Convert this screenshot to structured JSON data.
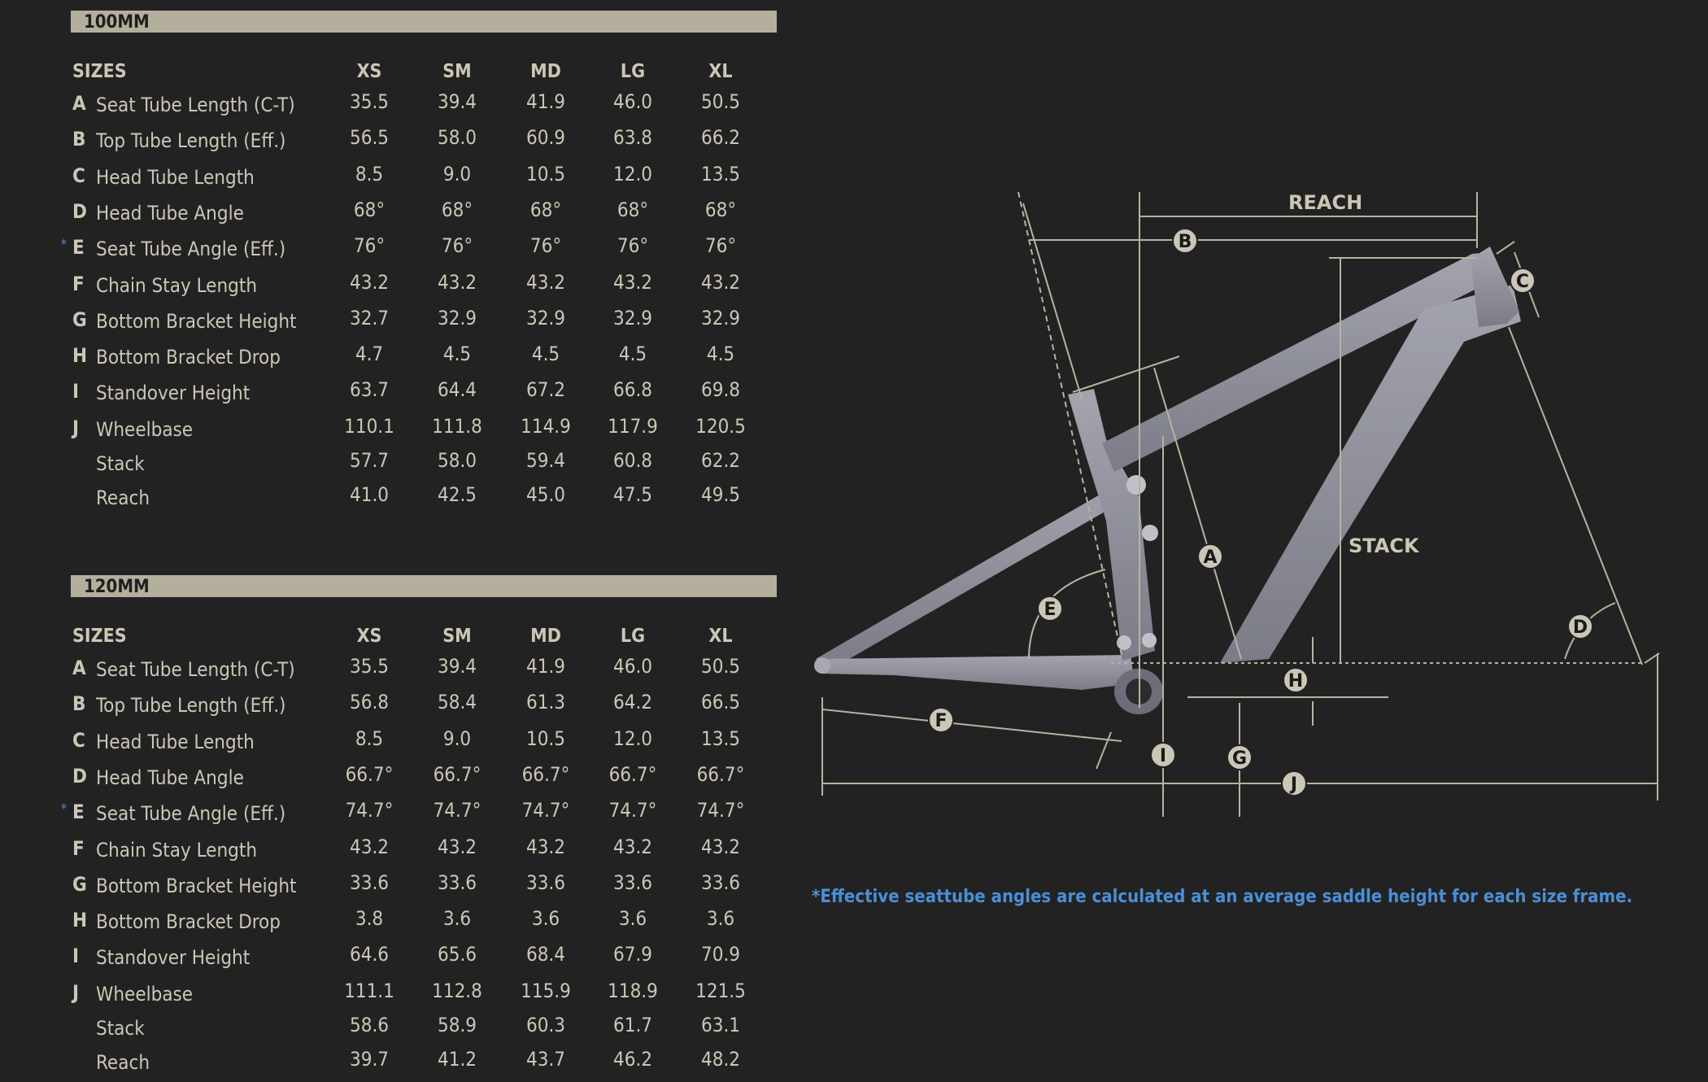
{
  "columns": [
    "XS",
    "SM",
    "MD",
    "LG",
    "XL"
  ],
  "tables": [
    {
      "title": "100MM",
      "sizes_label": "SIZES",
      "rows": [
        {
          "letter": "A",
          "label": "Seat Tube Length (C-T)",
          "values": [
            "35.5",
            "39.4",
            "41.9",
            "46.0",
            "50.5"
          ]
        },
        {
          "letter": "B",
          "label": "Top Tube Length (Eff.)",
          "values": [
            "56.5",
            "58.0",
            "60.9",
            "63.8",
            "66.2"
          ]
        },
        {
          "letter": "C",
          "label": "Head Tube Length",
          "values": [
            "8.5",
            "9.0",
            "10.5",
            "12.0",
            "13.5"
          ]
        },
        {
          "letter": "D",
          "label": "Head Tube Angle",
          "values": [
            "68°",
            "68°",
            "68°",
            "68°",
            "68°"
          ]
        },
        {
          "letter": "E",
          "label": "Seat Tube Angle (Eff.)",
          "values": [
            "76°",
            "76°",
            "76°",
            "76°",
            "76°"
          ],
          "star": "*"
        },
        {
          "letter": "F",
          "label": "Chain Stay Length",
          "values": [
            "43.2",
            "43.2",
            "43.2",
            "43.2",
            "43.2"
          ]
        },
        {
          "letter": "G",
          "label": "Bottom Bracket Height",
          "values": [
            "32.7",
            "32.9",
            "32.9",
            "32.9",
            "32.9"
          ]
        },
        {
          "letter": "H",
          "label": "Bottom Bracket Drop",
          "values": [
            "4.7",
            "4.5",
            "4.5",
            "4.5",
            "4.5"
          ]
        },
        {
          "letter": "I",
          "label": "Standover Height",
          "values": [
            "63.7",
            "64.4",
            "67.2",
            "66.8",
            "69.8"
          ]
        },
        {
          "letter": "J",
          "label": "Wheelbase",
          "values": [
            "110.1",
            "111.8",
            "114.9",
            "117.9",
            "120.5"
          ]
        },
        {
          "letter": "",
          "label": "Stack",
          "values": [
            "57.7",
            "58.0",
            "59.4",
            "60.8",
            "62.2"
          ]
        },
        {
          "letter": "",
          "label": "Reach",
          "values": [
            "41.0",
            "42.5",
            "45.0",
            "47.5",
            "49.5"
          ]
        }
      ]
    },
    {
      "title": "120MM",
      "sizes_label": "SIZES",
      "rows": [
        {
          "letter": "A",
          "label": "Seat Tube Length (C-T)",
          "values": [
            "35.5",
            "39.4",
            "41.9",
            "46.0",
            "50.5"
          ]
        },
        {
          "letter": "B",
          "label": "Top Tube Length (Eff.)",
          "values": [
            "56.8",
            "58.4",
            "61.3",
            "64.2",
            "66.5"
          ]
        },
        {
          "letter": "C",
          "label": "Head Tube Length",
          "values": [
            "8.5",
            "9.0",
            "10.5",
            "12.0",
            "13.5"
          ]
        },
        {
          "letter": "D",
          "label": "Head Tube Angle",
          "values": [
            "66.7°",
            "66.7°",
            "66.7°",
            "66.7°",
            "66.7°"
          ]
        },
        {
          "letter": "E",
          "label": "Seat Tube Angle (Eff.)",
          "values": [
            "74.7°",
            "74.7°",
            "74.7°",
            "74.7°",
            "74.7°"
          ],
          "star": "*"
        },
        {
          "letter": "F",
          "label": "Chain Stay Length",
          "values": [
            "43.2",
            "43.2",
            "43.2",
            "43.2",
            "43.2"
          ]
        },
        {
          "letter": "G",
          "label": "Bottom Bracket Height",
          "values": [
            "33.6",
            "33.6",
            "33.6",
            "33.6",
            "33.6"
          ]
        },
        {
          "letter": "H",
          "label": "Bottom Bracket Drop",
          "values": [
            "3.8",
            "3.6",
            "3.6",
            "3.6",
            "3.6"
          ]
        },
        {
          "letter": "I",
          "label": "Standover Height",
          "values": [
            "64.6",
            "65.6",
            "68.4",
            "67.9",
            "70.9"
          ]
        },
        {
          "letter": "J",
          "label": "Wheelbase",
          "values": [
            "111.1",
            "112.8",
            "115.9",
            "118.9",
            "121.5"
          ]
        },
        {
          "letter": "",
          "label": "Stack",
          "values": [
            "58.6",
            "58.9",
            "60.3",
            "61.7",
            "63.1"
          ]
        },
        {
          "letter": "",
          "label": "Reach",
          "values": [
            "39.7",
            "41.2",
            "43.7",
            "46.2",
            "48.2"
          ]
        }
      ]
    }
  ],
  "diagram": {
    "reach_label": "REACH",
    "stack_label": "STACK",
    "markers": [
      "A",
      "B",
      "C",
      "D",
      "E",
      "F",
      "G",
      "H",
      "I",
      "J"
    ],
    "frame_color": "#8d8e99",
    "line_color": "#b8b39f"
  },
  "footnote": "*Effective seattube angles are calculated at an average saddle height for each size frame.",
  "colors": {
    "background": "#232222",
    "header_bar": "#b4af9c",
    "text": "#cbc6b6",
    "footnote": "#4a8fd6"
  }
}
